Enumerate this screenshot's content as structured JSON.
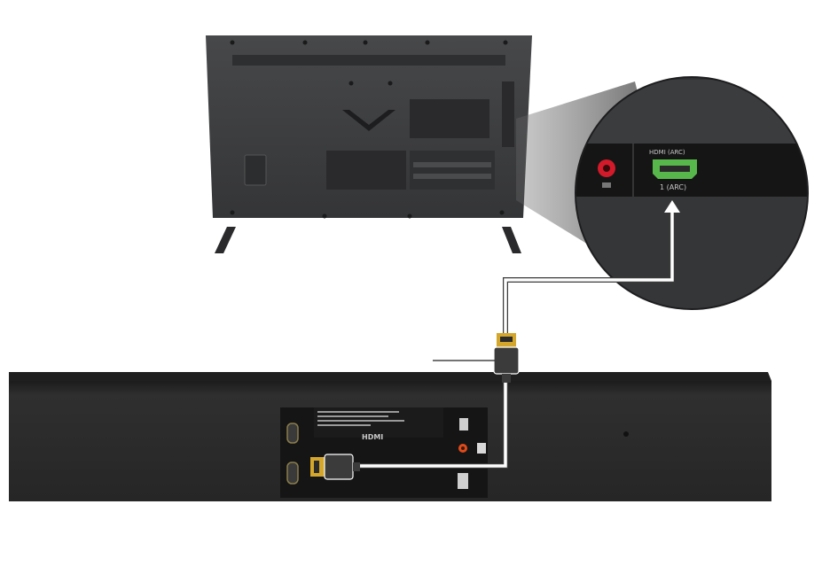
{
  "tv": {
    "brand_logo": "V",
    "port_labels": [
      "HDMI (ARC)",
      "1 (ARC)"
    ]
  },
  "soundbar": {
    "panel_text_lines": [
      "",
      "",
      ""
    ],
    "logo_hdmi": "HDMI"
  },
  "colors": {
    "tv_body": "#3a3b3d",
    "soundbar_body": "#2b2b2b",
    "cable": "#ffffff",
    "connector_gold": "#d4a72c",
    "optical_port": "#e04a1a",
    "red_port": "#d21a2a"
  },
  "icons": [
    "hdmi-cable-icon",
    "arrow-up-icon"
  ]
}
